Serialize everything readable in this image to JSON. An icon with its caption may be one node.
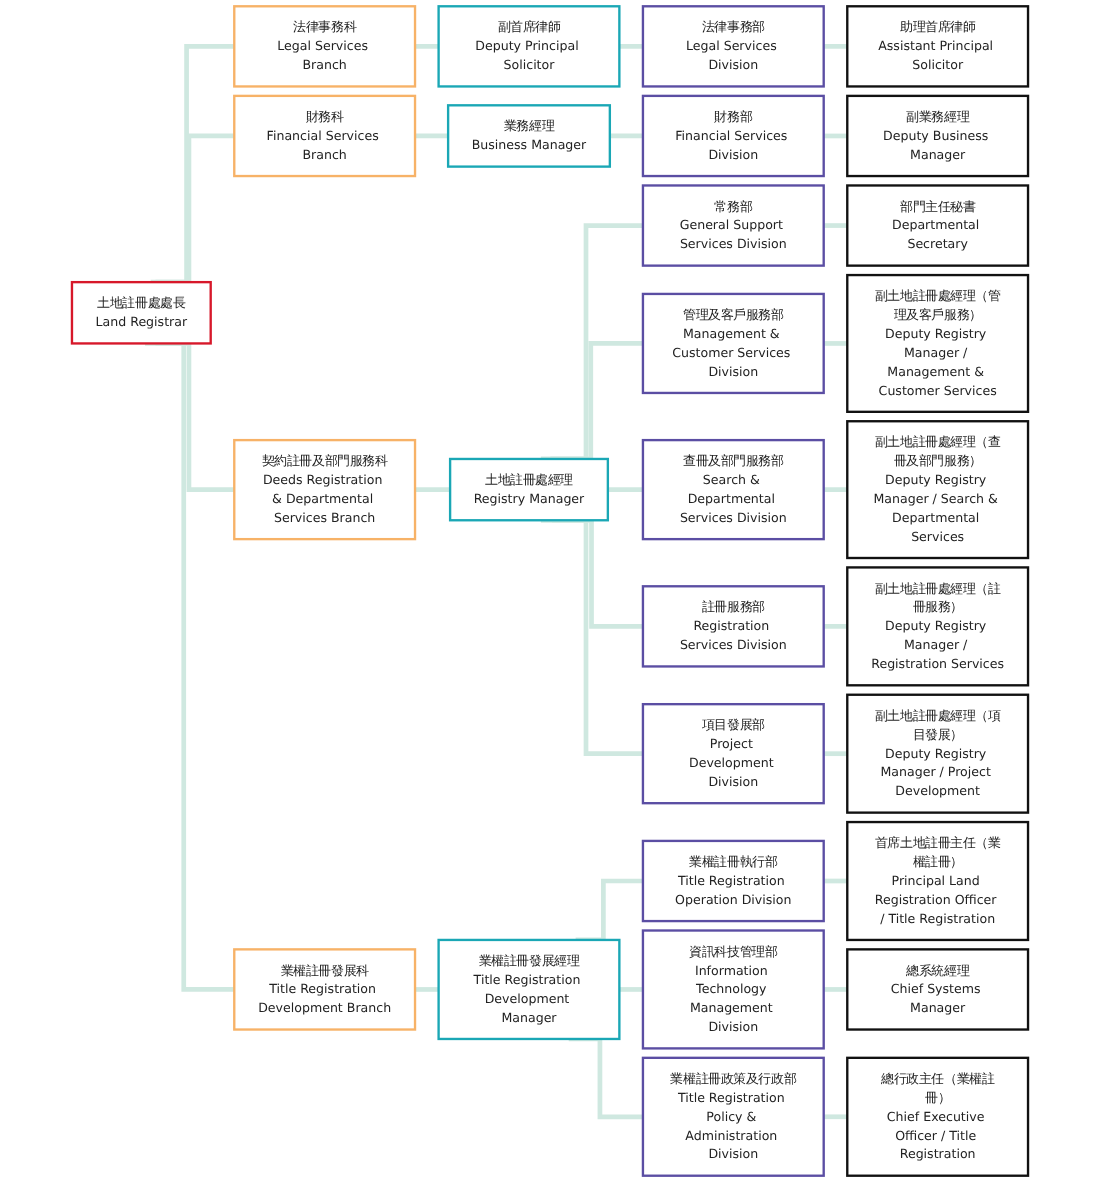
{
  "diagram": {
    "nodes": [
      {
        "text": [
          "土地註冊處處長",
          "Land Registrar"
        ]
      },
      {
        "text": [
          "法律事務科",
          "Legal Services Branch"
        ]
      },
      {
        "text": [
          "副首席律師",
          "Deputy Principal Solicitor"
        ]
      },
      {
        "text": [
          "法律事務部",
          "Legal Services Division"
        ]
      },
      {
        "text": [
          "助理首席律師",
          "Assistant Principal Solicitor"
        ]
      },
      {
        "text": [
          "財務科",
          "Financial Services Branch"
        ]
      },
      {
        "text": [
          "業務經理",
          "Business Manager"
        ]
      },
      {
        "text": [
          "財務部",
          "Financial Services Division"
        ]
      },
      {
        "text": [
          "副業務經理",
          "Deputy Business Manager"
        ]
      },
      {
        "text": [
          "契約註冊及部門服務科",
          "Deeds Registration & Departmental Services Branch"
        ]
      },
      {
        "text": [
          "土地註冊處經理",
          "Registry Manager"
        ]
      },
      {
        "text": [
          "常務部",
          "General Support Services Division"
        ]
      },
      {
        "text": [
          "部門主任秘書",
          "Departmental Secretary"
        ]
      },
      {
        "text": [
          "管理及客戶服務部",
          "Management & Customer Services Division"
        ]
      },
      {
        "text": [
          "副土地註冊處經理（管理及客戶服務）",
          "Deputy Registry Manager / Management & Customer Services"
        ]
      },
      {
        "text": [
          "查冊及部門服務部",
          "Search & Departmental Services Division"
        ]
      },
      {
        "text": [
          "副土地註冊處經理（查冊及部門服務）",
          "Deputy Registry Manager / Search & Departmental Services"
        ]
      },
      {
        "text": [
          "註冊服務部",
          "Registration Services Division"
        ]
      },
      {
        "text": [
          "副土地註冊處經理（註冊服務）",
          "Deputy Registry Manager / Registration Services"
        ]
      },
      {
        "text": [
          "項目發展部",
          "Project Development Division"
        ]
      },
      {
        "text": [
          "副土地註冊處經理（項目發展）",
          "Deputy Registry Manager / Project Development"
        ]
      },
      {
        "text": [
          "業權註冊發展科",
          "Title Registration Development Branch"
        ]
      },
      {
        "text": [
          "業權註冊發展經理",
          "Title Registration Development Manager"
        ]
      },
      {
        "text": [
          "業權註冊執行部",
          "Title Registration Operation Division"
        ]
      },
      {
        "text": [
          "首席土地註冊主任（業權註冊）",
          "Principal Land Registration Officer / Title Registration"
        ]
      },
      {
        "text": [
          "資訊科技管理部",
          "Information Technology Management Division"
        ]
      },
      {
        "text": [
          "總系統經理",
          "Chief Systems Manager"
        ]
      },
      {
        "text": [
          "業權註冊政策及行政部",
          "Title Registration Policy & Administration Division"
        ]
      },
      {
        "text": [
          "總行政主任（業權註冊）",
          "Chief Executive Officer / Title Registration"
        ]
      }
    ],
    "edges": [
      {
        "from": 0,
        "to": 1,
        "arrow": "none"
      },
      {
        "from": 0,
        "to": 5,
        "arrow": "none"
      },
      {
        "from": 0,
        "to": 9,
        "arrow": "none"
      },
      {
        "from": 0,
        "to": 21,
        "arrow": "none"
      },
      {
        "from": 1,
        "to": 2,
        "arrow": "none"
      },
      {
        "from": 2,
        "to": 3,
        "arrow": "none"
      },
      {
        "from": 3,
        "to": 4,
        "arrow": "none"
      },
      {
        "from": 5,
        "to": 6,
        "arrow": "none"
      },
      {
        "from": 6,
        "to": 7,
        "arrow": "none"
      },
      {
        "from": 7,
        "to": 8,
        "arrow": "none"
      },
      {
        "from": 9,
        "to": 10,
        "arrow": "none"
      },
      {
        "from": 10,
        "to": 11,
        "arrow": "none"
      },
      {
        "from": 10,
        "to": 13,
        "arrow": "none"
      },
      {
        "from": 10,
        "to": 15,
        "arrow": "none"
      },
      {
        "from": 10,
        "to": 17,
        "arrow": "none"
      },
      {
        "from": 10,
        "to": 19,
        "arrow": "none"
      },
      {
        "from": 11,
        "to": 12,
        "arrow": "none"
      },
      {
        "from": 13,
        "to": 14,
        "arrow": "none"
      },
      {
        "from": 15,
        "to": 16,
        "arrow": "none"
      },
      {
        "from": 17,
        "to": 18,
        "arrow": "none"
      },
      {
        "from": 19,
        "to": 20,
        "arrow": "none"
      },
      {
        "from": 21,
        "to": 22,
        "arrow": "none"
      },
      {
        "from": 22,
        "to": 23,
        "arrow": "none"
      },
      {
        "from": 22,
        "to": 25,
        "arrow": "none"
      },
      {
        "from": 22,
        "to": 27,
        "arrow": "none"
      },
      {
        "from": 23,
        "to": 24,
        "arrow": "none"
      },
      {
        "from": 25,
        "to": 26,
        "arrow": "none"
      },
      {
        "from": 27,
        "to": 28,
        "arrow": "none"
      }
    ]
  }
}
